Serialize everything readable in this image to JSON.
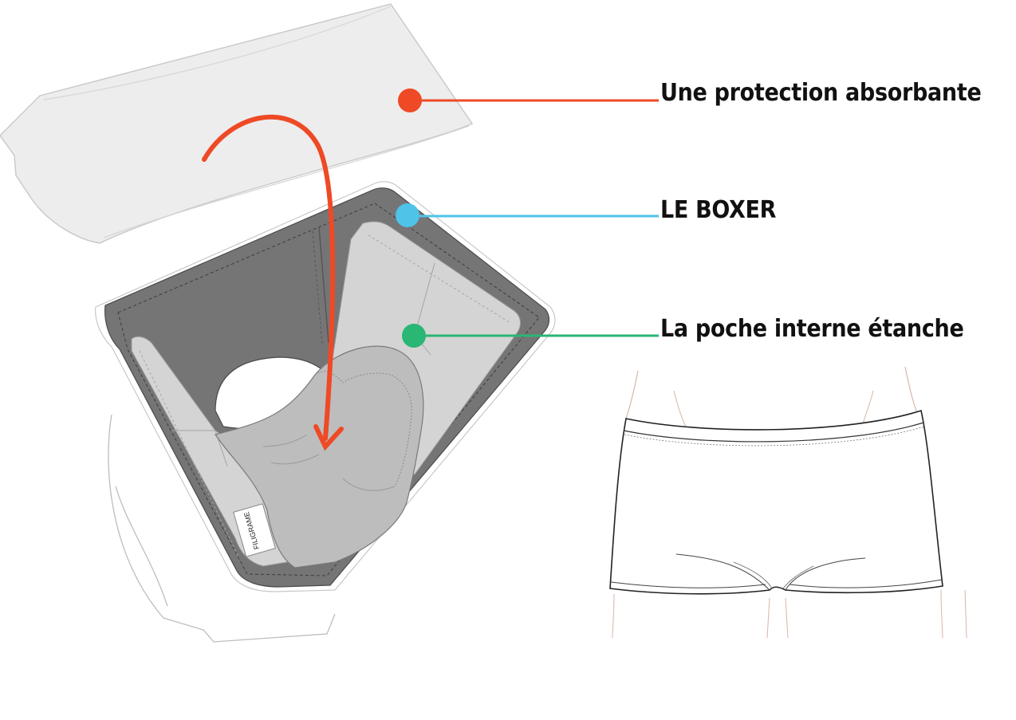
{
  "callouts": [
    {
      "id": "protection",
      "label": "Une protection absorbante",
      "color": "#ee4a25"
    },
    {
      "id": "boxer",
      "label": "LE BOXER",
      "color": "#4fc3e8"
    },
    {
      "id": "poche",
      "label": "La poche interne étanche",
      "color": "#2ab673"
    }
  ],
  "tag_text": "FILIGRAME",
  "arrow_color": "#ee4a25",
  "colors": {
    "pad": "#ededed",
    "boxer_outer": "#747474",
    "boxer_inner": "#d4d4d4",
    "pouch": "#bdbdbd",
    "outline": "#333333"
  }
}
